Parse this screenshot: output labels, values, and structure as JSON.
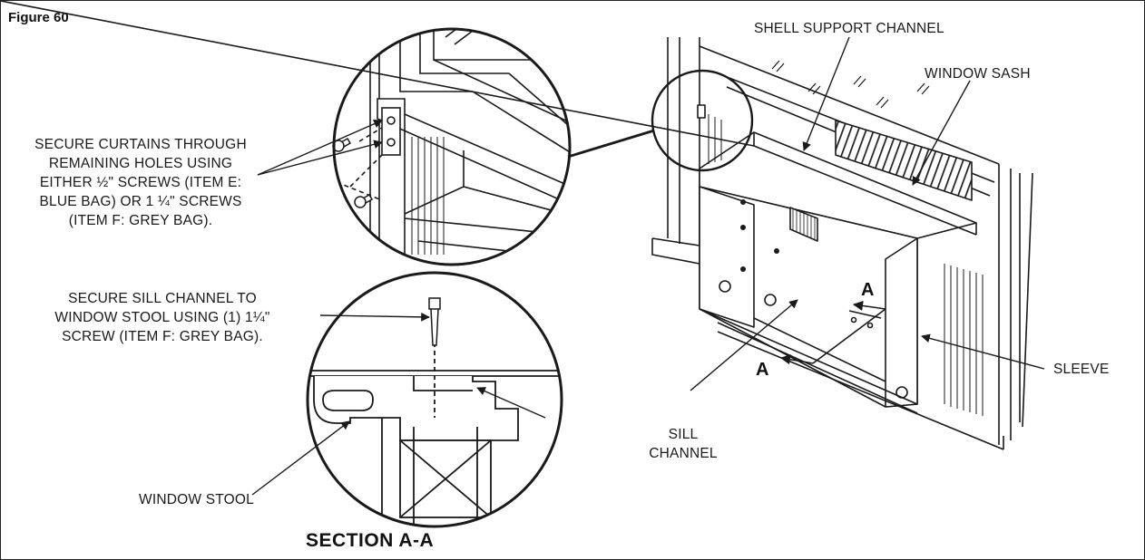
{
  "figure_label": "Figure 60",
  "labels": {
    "shell_support_channel": "SHELL SUPPORT CHANNEL",
    "window_sash": "WINDOW SASH",
    "sleeve": "SLEEVE",
    "sill_channel": [
      "SILL",
      "CHANNEL"
    ],
    "window_stool": "WINDOW STOOL",
    "section_marker": "A"
  },
  "callouts": {
    "secure_curtains": [
      "SECURE CURTAINS THROUGH",
      "REMAINING HOLES USING",
      "EITHER ½\" SCREWS (ITEM E:",
      "BLUE BAG) OR 1 ¼\" SCREWS",
      "(ITEM F: GREY BAG)."
    ],
    "secure_sill": [
      "SECURE SILL CHANNEL TO",
      "WINDOW STOOL USING (1) 1¼\"",
      "SCREW (ITEM F: GREY BAG)."
    ]
  },
  "section_title": "SECTION A-A",
  "colors": {
    "line": "#1a1a1a",
    "shade": "#cfcfcf",
    "paper": "#ffffff"
  }
}
